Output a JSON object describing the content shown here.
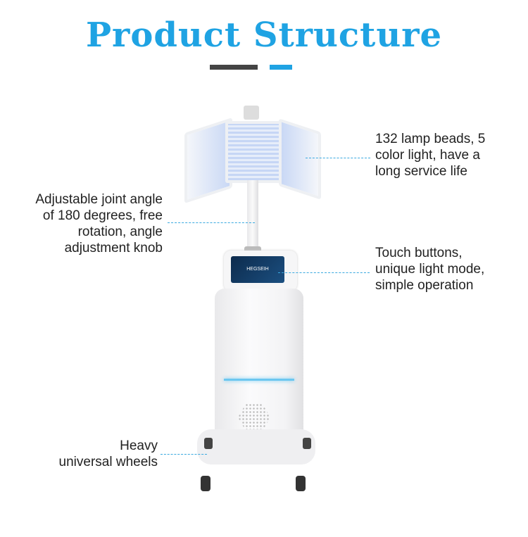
{
  "title": "Product Structure",
  "accent_color": "#1fa3e3",
  "brand_logo": "HEGSEIH",
  "callouts": [
    {
      "text_lines": [
        "132 lamp beads, 5",
        "color light, have a",
        "long service life"
      ]
    },
    {
      "text_lines": [
        "Adjustable joint angle",
        "of 180 degrees, free",
        "rotation, angle",
        "adjustment knob"
      ]
    },
    {
      "text_lines": [
        "Touch buttons,",
        "unique light mode,",
        "simple operation"
      ]
    },
    {
      "text_lines": [
        "Heavy",
        "universal wheels"
      ]
    }
  ]
}
